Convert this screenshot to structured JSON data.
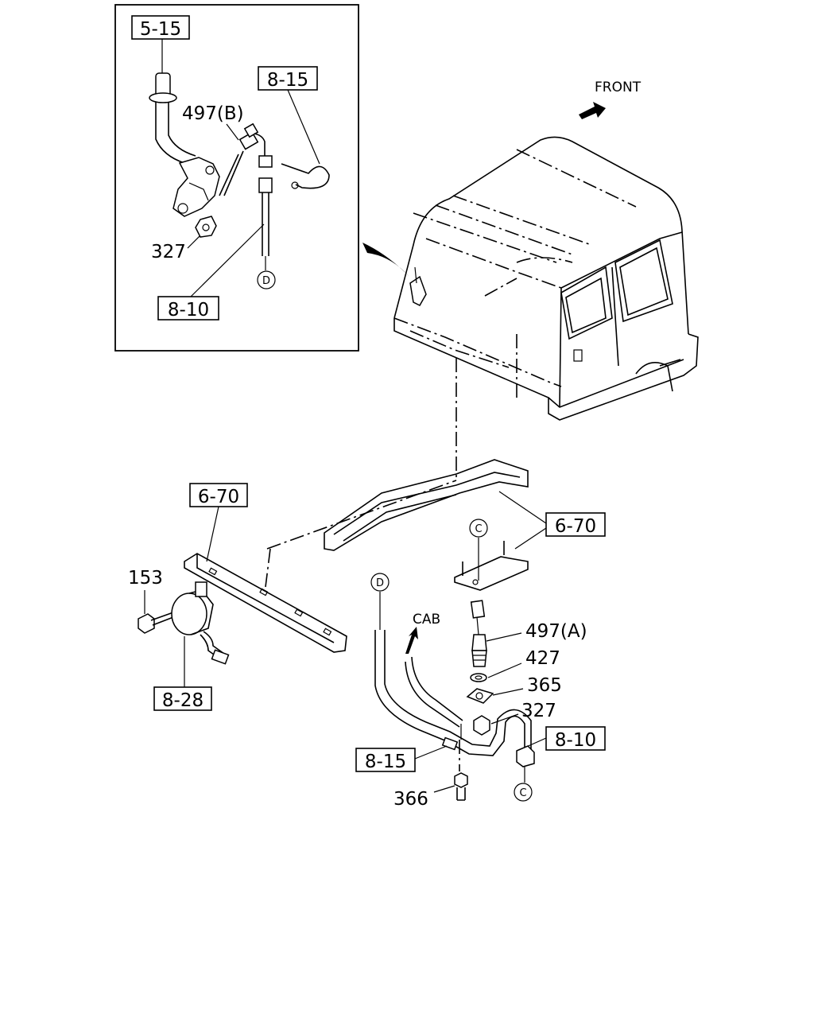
{
  "labels": {
    "ref_5_15": "5-15",
    "ref_8_15_top": "8-15",
    "part_497b": "497(B)",
    "part_327_top": "327",
    "ref_8_10_top": "8-10",
    "circle_d_top": "D",
    "front": "FRONT",
    "ref_6_70_left": "6-70",
    "ref_6_70_right": "6-70",
    "circle_c_bracket": "C",
    "part_153": "153",
    "ref_8_28": "8-28",
    "circle_d_bottom": "D",
    "cab": "CAB",
    "part_497a": "497(A)",
    "part_427": "427",
    "part_365": "365",
    "part_327_bottom": "327",
    "ref_8_10_bottom": "8-10",
    "ref_8_15_bottom": "8-15",
    "part_366": "366",
    "circle_c_bottom": "C"
  }
}
